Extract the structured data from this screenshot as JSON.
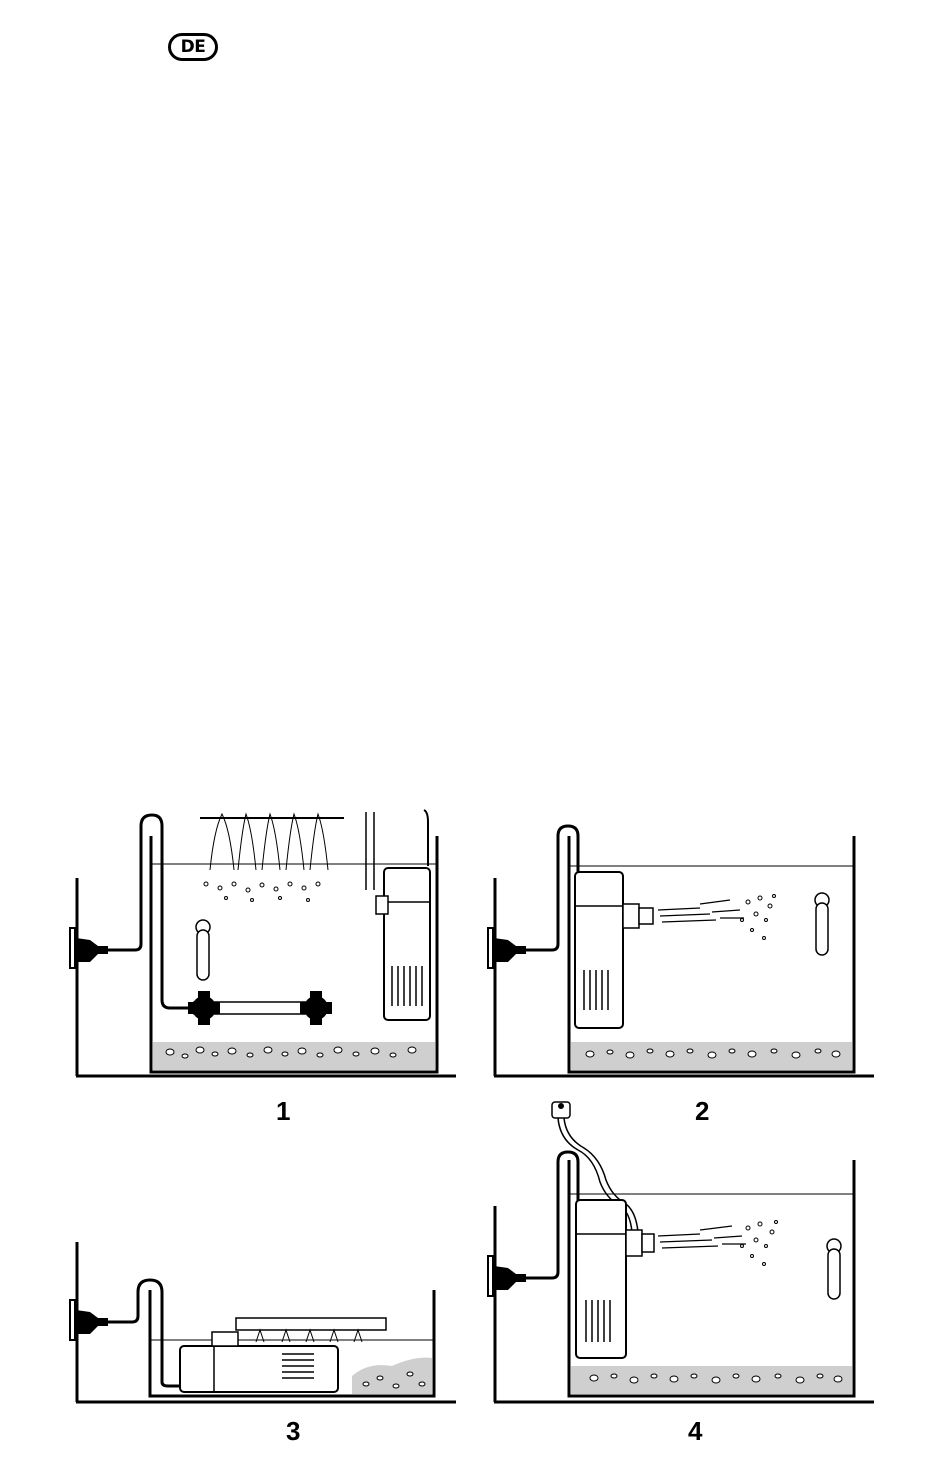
{
  "header": {
    "language_code": "DE"
  },
  "figures": [
    {
      "label": "1"
    },
    {
      "label": "2"
    },
    {
      "label": "3"
    },
    {
      "label": "4"
    }
  ],
  "colors": {
    "ink": "#000000",
    "gravel": "#cfcfcf",
    "paper": "#ffffff"
  }
}
